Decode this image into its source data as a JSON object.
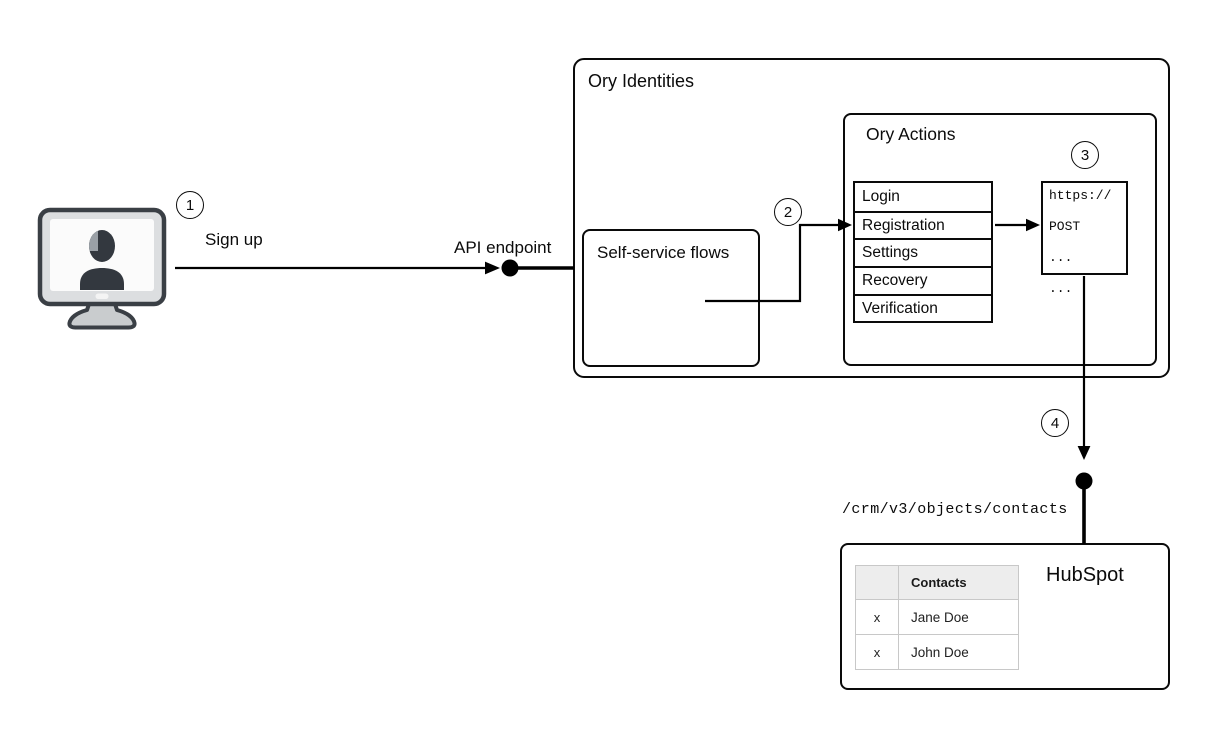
{
  "diagram": {
    "background": "#ffffff",
    "line_color": "#000000",
    "table_border_color": "#c8c8c8",
    "table_header_bg": "#ededed"
  },
  "steps": {
    "s1": "1",
    "s2": "2",
    "s3": "3",
    "s4": "4"
  },
  "labels": {
    "sign_up": "Sign up",
    "api_endpoint": "API endpoint",
    "crm_path": "/crm/v3/objects/contacts"
  },
  "icons": {
    "user_device": "user-computer-icon",
    "connector_dot": "endpoint-dot"
  },
  "ory_identities": {
    "title": "Ory Identities",
    "self_service": {
      "title": "Self-service flows"
    },
    "ory_actions": {
      "title": "Ory Actions",
      "flows": [
        "Login",
        "Registration",
        "Settings",
        "Recovery",
        "Verification"
      ],
      "webhook": {
        "lines": [
          "https://",
          "POST",
          "...",
          "..."
        ]
      }
    }
  },
  "hubspot": {
    "title": "HubSpot",
    "table": {
      "headers": [
        "",
        "Contacts"
      ],
      "rows": [
        [
          "x",
          "Jane Doe"
        ],
        [
          "x",
          "John Doe"
        ]
      ]
    }
  }
}
